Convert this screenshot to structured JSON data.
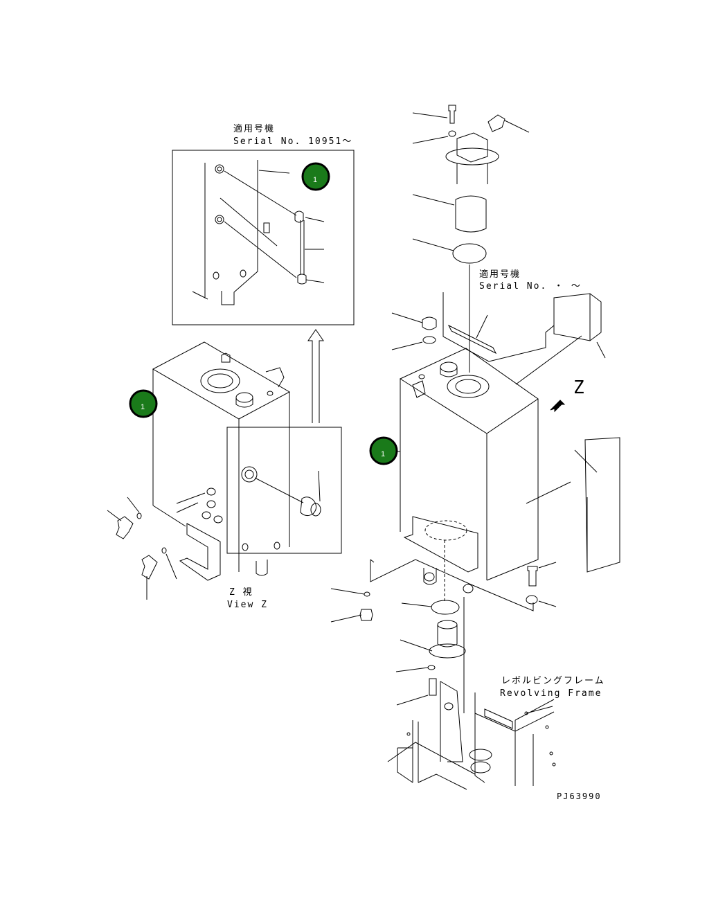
{
  "callouts": [
    {
      "number": "1"
    },
    {
      "number": "1"
    },
    {
      "number": "1"
    }
  ],
  "badge_color": "#1a7a1a",
  "labels": {
    "applicable_serial_jp_1": "適用号機",
    "applicable_serial_en_1": "Serial No. 10951～",
    "applicable_serial_jp_2": "適用号機",
    "applicable_serial_en_2": "Serial No. ・ ～",
    "view_jp": "Z 視",
    "view_en": "View Z",
    "view_arrow_letter": "Z",
    "revolving_frame_jp": "レボルビングフレーム",
    "revolving_frame_en": "Revolving Frame",
    "drawing_number": "PJ63990"
  }
}
